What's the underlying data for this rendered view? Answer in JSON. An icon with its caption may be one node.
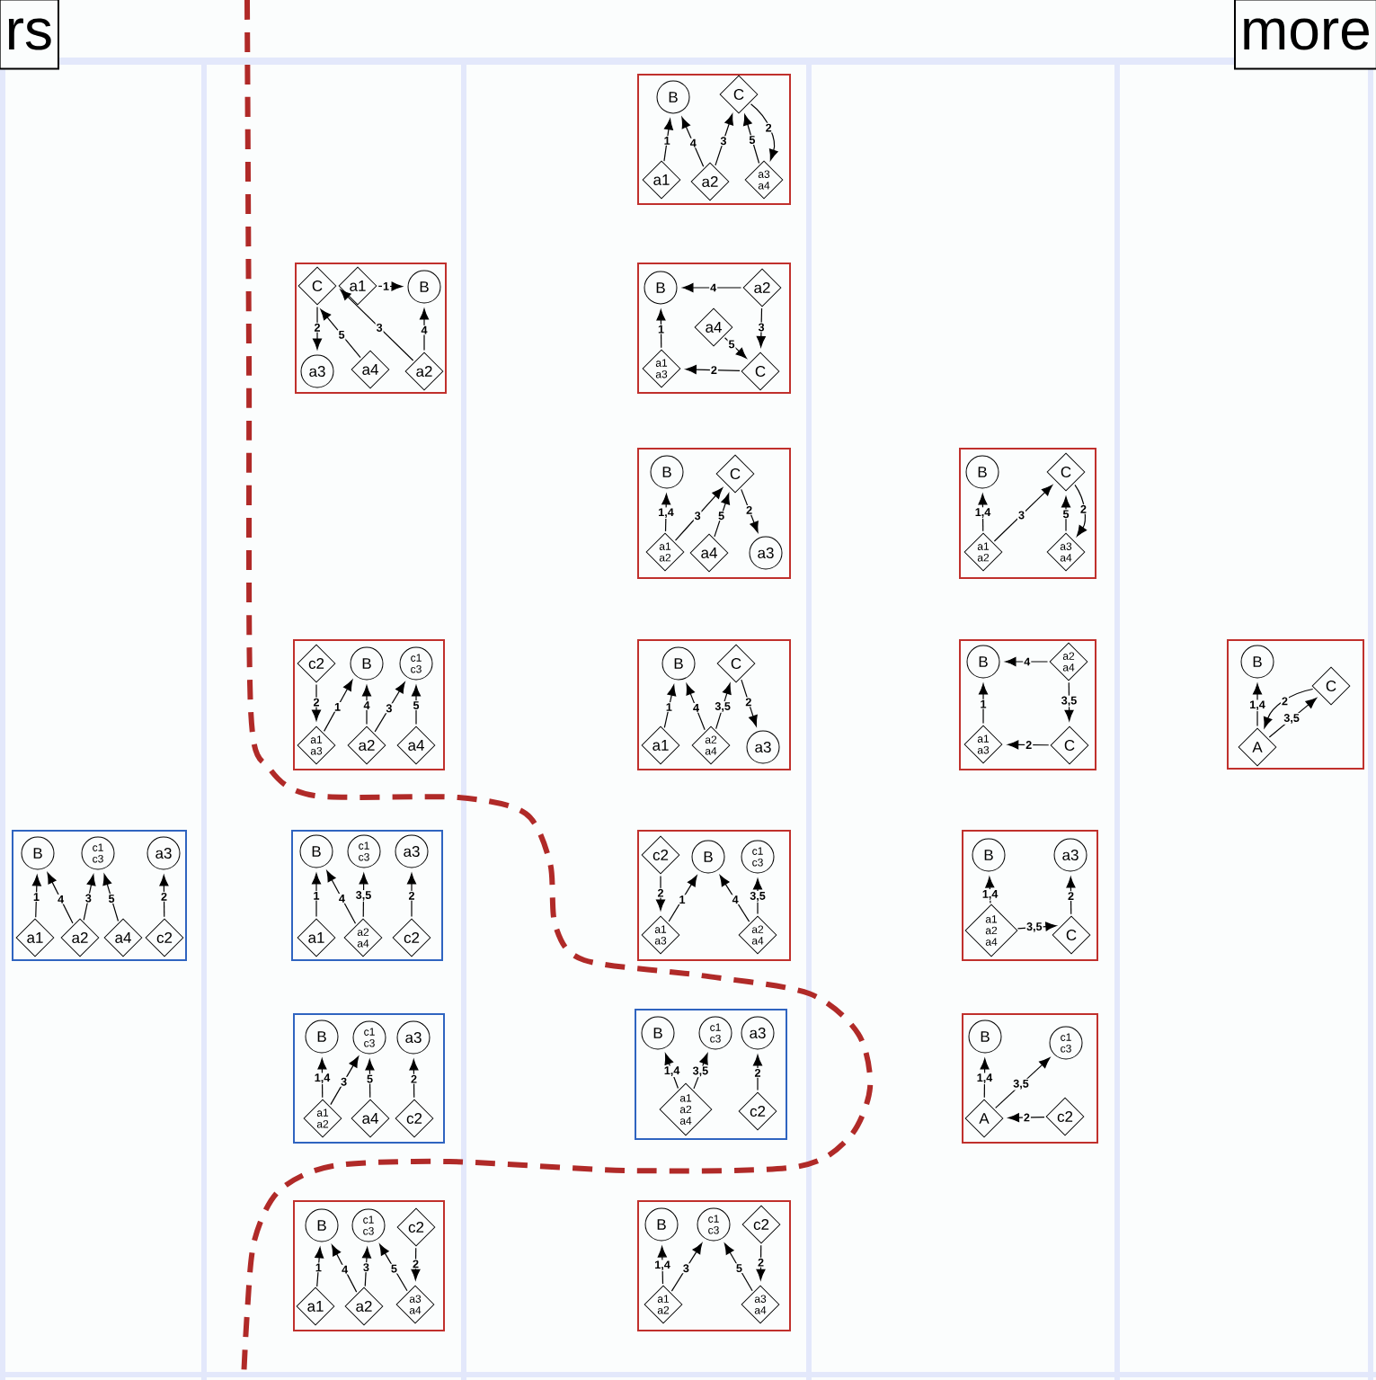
{
  "diagram": {
    "nodes": [
      {
        "text": [
          "rs"
        ]
      },
      {
        "text": [
          "more"
        ]
      },
      {
        "text": [],
        "shape": "box"
      },
      {
        "text": [
          "B"
        ],
        "in": 2
      },
      {
        "text": [
          "C"
        ],
        "in": 2
      },
      {
        "text": [
          "a1"
        ],
        "in": 2
      },
      {
        "text": [
          "a2"
        ],
        "in": 2
      },
      {
        "text": [
          "a3 a4"
        ],
        "in": 2
      },
      {
        "text": [],
        "shape": "box"
      },
      {
        "text": [
          "C"
        ],
        "in": 8
      },
      {
        "text": [
          "a1"
        ],
        "in": 8
      },
      {
        "text": [
          "B"
        ],
        "in": 8
      },
      {
        "text": [
          "a3"
        ],
        "in": 8
      },
      {
        "text": [
          "a4"
        ],
        "in": 8
      },
      {
        "text": [
          "a2"
        ],
        "in": 8
      },
      {
        "text": [],
        "shape": "box"
      },
      {
        "text": [
          "B"
        ],
        "in": 15
      },
      {
        "text": [
          "a2"
        ],
        "in": 15
      },
      {
        "text": [
          "a4"
        ],
        "in": 15
      },
      {
        "text": [
          "a1 a3"
        ],
        "in": 15
      },
      {
        "text": [
          "C"
        ],
        "in": 15
      },
      {
        "text": [],
        "shape": "box"
      },
      {
        "text": [
          "B"
        ],
        "in": 21
      },
      {
        "text": [
          "C"
        ],
        "in": 21
      },
      {
        "text": [
          "a1 a2"
        ],
        "in": 21
      },
      {
        "text": [
          "a4"
        ],
        "in": 21
      },
      {
        "text": [
          "a3"
        ],
        "in": 21
      },
      {
        "text": [],
        "shape": "box"
      },
      {
        "text": [
          "B"
        ],
        "in": 27
      },
      {
        "text": [
          "C"
        ],
        "in": 27
      },
      {
        "text": [
          "a1 a2"
        ],
        "in": 27
      },
      {
        "text": [
          "a3 a4"
        ],
        "in": 27
      },
      {
        "text": [],
        "shape": "box"
      },
      {
        "text": [
          "c2"
        ],
        "in": 32
      },
      {
        "text": [
          "B"
        ],
        "in": 32
      },
      {
        "text": [
          "c1 c3"
        ],
        "in": 32
      },
      {
        "text": [
          "a1 a3"
        ],
        "in": 32
      },
      {
        "text": [
          "a2"
        ],
        "in": 32
      },
      {
        "text": [
          "a4"
        ],
        "in": 32
      },
      {
        "text": [],
        "shape": "box"
      },
      {
        "text": [
          "B"
        ],
        "in": 39
      },
      {
        "text": [
          "C"
        ],
        "in": 39
      },
      {
        "text": [
          "a1"
        ],
        "in": 39
      },
      {
        "text": [
          "a2 a4"
        ],
        "in": 39
      },
      {
        "text": [
          "a3"
        ],
        "in": 39
      },
      {
        "text": [],
        "shape": "box"
      },
      {
        "text": [
          "B"
        ],
        "in": 45
      },
      {
        "text": [
          "a2 a4"
        ],
        "in": 45
      },
      {
        "text": [
          "a1 a3"
        ],
        "in": 45
      },
      {
        "text": [
          "C"
        ],
        "in": 45
      },
      {
        "text": [],
        "shape": "box"
      },
      {
        "text": [
          "B"
        ],
        "in": 50
      },
      {
        "text": [
          "C"
        ],
        "in": 50
      },
      {
        "text": [
          "A"
        ],
        "in": 50
      },
      {
        "text": [],
        "shape": "box"
      },
      {
        "text": [
          "B"
        ],
        "in": 54
      },
      {
        "text": [
          "c1 c3"
        ],
        "in": 54
      },
      {
        "text": [
          "a3"
        ],
        "in": 54
      },
      {
        "text": [
          "a1"
        ],
        "in": 54
      },
      {
        "text": [
          "a2"
        ],
        "in": 54
      },
      {
        "text": [
          "a4"
        ],
        "in": 54
      },
      {
        "text": [
          "c2"
        ],
        "in": 54
      },
      {
        "text": [],
        "shape": "box"
      },
      {
        "text": [
          "B"
        ],
        "in": 62
      },
      {
        "text": [
          "c1 c3"
        ],
        "in": 62
      },
      {
        "text": [
          "a3"
        ],
        "in": 62
      },
      {
        "text": [
          "a1"
        ],
        "in": 62
      },
      {
        "text": [
          "a2 a4"
        ],
        "in": 62
      },
      {
        "text": [
          "c2"
        ],
        "in": 62
      },
      {
        "text": [],
        "shape": "box"
      },
      {
        "text": [
          "c2"
        ],
        "in": 69
      },
      {
        "text": [
          "B"
        ],
        "in": 69
      },
      {
        "text": [
          "c1 c3"
        ],
        "in": 69
      },
      {
        "text": [
          "a1 a3"
        ],
        "in": 69
      },
      {
        "text": [
          "a2 a4"
        ],
        "in": 69
      },
      {
        "text": [],
        "shape": "box"
      },
      {
        "text": [
          "B"
        ],
        "in": 75
      },
      {
        "text": [
          "a3"
        ],
        "in": 75
      },
      {
        "text": [
          "a1 a2 a4"
        ],
        "in": 75
      },
      {
        "text": [
          "C"
        ],
        "in": 75
      },
      {
        "text": [],
        "shape": "box"
      },
      {
        "text": [
          "B"
        ],
        "in": 80
      },
      {
        "text": [
          "c1 c3"
        ],
        "in": 80
      },
      {
        "text": [
          "a3"
        ],
        "in": 80
      },
      {
        "text": [
          "a1 a2"
        ],
        "in": 80
      },
      {
        "text": [
          "a4"
        ],
        "in": 80
      },
      {
        "text": [
          "c2"
        ],
        "in": 80
      },
      {
        "text": [],
        "shape": "box"
      },
      {
        "text": [
          "B"
        ],
        "in": 87
      },
      {
        "text": [
          "c1 c3"
        ],
        "in": 87
      },
      {
        "text": [
          "a3"
        ],
        "in": 87
      },
      {
        "text": [
          "a1 a2 a4"
        ],
        "in": 87
      },
      {
        "text": [
          "c2"
        ],
        "in": 87
      },
      {
        "text": [],
        "shape": "box"
      },
      {
        "text": [
          "B"
        ],
        "in": 93
      },
      {
        "text": [
          "c1 c3"
        ],
        "in": 93
      },
      {
        "text": [
          "A"
        ],
        "in": 93
      },
      {
        "text": [
          "c2"
        ],
        "in": 93
      },
      {
        "text": [],
        "shape": "box"
      },
      {
        "text": [
          "B"
        ],
        "in": 98
      },
      {
        "text": [
          "c1 c3"
        ],
        "in": 98
      },
      {
        "text": [
          "c2"
        ],
        "in": 98
      },
      {
        "text": [
          "a1"
        ],
        "in": 98
      },
      {
        "text": [
          "a2"
        ],
        "in": 98
      },
      {
        "text": [
          "a3 a4"
        ],
        "in": 98
      },
      {
        "text": [],
        "shape": "box"
      },
      {
        "text": [
          "B"
        ],
        "in": 105
      },
      {
        "text": [
          "c1 c3"
        ],
        "in": 105
      },
      {
        "text": [
          "c2"
        ],
        "in": 105
      },
      {
        "text": [
          "a1 a2"
        ],
        "in": 105
      },
      {
        "text": [
          "a3 a4"
        ],
        "in": 105
      }
    ],
    "edges": [
      {
        "from": 5,
        "to": 3,
        "arrow": "to",
        "label": "1"
      },
      {
        "from": 6,
        "to": 3,
        "arrow": "to",
        "label": "4"
      },
      {
        "from": 6,
        "to": 4,
        "arrow": "to",
        "label": "3"
      },
      {
        "from": 7,
        "to": 4,
        "arrow": "to",
        "label": "5"
      },
      {
        "from": 4,
        "to": 7,
        "arrow": "to",
        "label": "2"
      },
      {
        "from": 10,
        "to": 11,
        "arrow": "to",
        "label": "1"
      },
      {
        "from": 9,
        "to": 12,
        "arrow": "to",
        "label": "2"
      },
      {
        "from": 13,
        "to": 9,
        "arrow": "to",
        "label": "5"
      },
      {
        "from": 14,
        "to": 9,
        "arrow": "to",
        "label": "3"
      },
      {
        "from": 14,
        "to": 11,
        "arrow": "to",
        "label": "4"
      },
      {
        "from": 17,
        "to": 16,
        "arrow": "to",
        "label": "4"
      },
      {
        "from": 19,
        "to": 16,
        "arrow": "to",
        "label": "1"
      },
      {
        "from": 17,
        "to": 20,
        "arrow": "to",
        "label": "3"
      },
      {
        "from": 18,
        "to": 20,
        "arrow": "to",
        "label": "5"
      },
      {
        "from": 20,
        "to": 19,
        "arrow": "to",
        "label": "2"
      },
      {
        "from": 24,
        "to": 22,
        "arrow": "to",
        "label": "1,4"
      },
      {
        "from": 24,
        "to": 23,
        "arrow": "to",
        "label": "3"
      },
      {
        "from": 25,
        "to": 23,
        "arrow": "to",
        "label": "5"
      },
      {
        "from": 23,
        "to": 26,
        "arrow": "to",
        "label": "2"
      },
      {
        "from": 30,
        "to": 28,
        "arrow": "to",
        "label": "1,4"
      },
      {
        "from": 30,
        "to": 29,
        "arrow": "to",
        "label": "3"
      },
      {
        "from": 31,
        "to": 29,
        "arrow": "to",
        "label": "5"
      },
      {
        "from": 29,
        "to": 31,
        "arrow": "to",
        "label": "2"
      },
      {
        "from": 33,
        "to": 36,
        "arrow": "to",
        "label": "2"
      },
      {
        "from": 36,
        "to": 34,
        "arrow": "to",
        "label": "1"
      },
      {
        "from": 37,
        "to": 34,
        "arrow": "to",
        "label": "4"
      },
      {
        "from": 37,
        "to": 35,
        "arrow": "to",
        "label": "3"
      },
      {
        "from": 38,
        "to": 35,
        "arrow": "to",
        "label": "5"
      },
      {
        "from": 42,
        "to": 40,
        "arrow": "to",
        "label": "1"
      },
      {
        "from": 43,
        "to": 40,
        "arrow": "to",
        "label": "4"
      },
      {
        "from": 43,
        "to": 41,
        "arrow": "to",
        "label": "3,5"
      },
      {
        "from": 41,
        "to": 44,
        "arrow": "to",
        "label": "2"
      },
      {
        "from": 47,
        "to": 46,
        "arrow": "to",
        "label": "4"
      },
      {
        "from": 48,
        "to": 46,
        "arrow": "to",
        "label": "1"
      },
      {
        "from": 47,
        "to": 49,
        "arrow": "to",
        "label": "3,5"
      },
      {
        "from": 49,
        "to": 48,
        "arrow": "to",
        "label": "2"
      },
      {
        "from": 53,
        "to": 51,
        "arrow": "to",
        "label": "1,4"
      },
      {
        "from": 52,
        "to": 53,
        "arrow": "to",
        "label": "2"
      },
      {
        "from": 53,
        "to": 52,
        "arrow": "to",
        "label": "3,5"
      },
      {
        "from": 58,
        "to": 55,
        "arrow": "to",
        "label": "1"
      },
      {
        "from": 59,
        "to": 55,
        "arrow": "to",
        "label": "4"
      },
      {
        "from": 59,
        "to": 56,
        "arrow": "to",
        "label": "3"
      },
      {
        "from": 60,
        "to": 56,
        "arrow": "to",
        "label": "5"
      },
      {
        "from": 61,
        "to": 57,
        "arrow": "to",
        "label": "2"
      },
      {
        "from": 66,
        "to": 63,
        "arrow": "to",
        "label": "1"
      },
      {
        "from": 67,
        "to": 63,
        "arrow": "to",
        "label": "4"
      },
      {
        "from": 67,
        "to": 64,
        "arrow": "to",
        "label": "3,5"
      },
      {
        "from": 68,
        "to": 65,
        "arrow": "to",
        "label": "2"
      },
      {
        "from": 70,
        "to": 73,
        "arrow": "to",
        "label": "2"
      },
      {
        "from": 73,
        "to": 71,
        "arrow": "to",
        "label": "1"
      },
      {
        "from": 74,
        "to": 71,
        "arrow": "to",
        "label": "4"
      },
      {
        "from": 74,
        "to": 72,
        "arrow": "to",
        "label": "3,5"
      },
      {
        "from": 78,
        "to": 76,
        "arrow": "to",
        "label": "1,4"
      },
      {
        "from": 78,
        "to": 79,
        "arrow": "to",
        "label": "3,5"
      },
      {
        "from": 79,
        "to": 77,
        "arrow": "to",
        "label": "2"
      },
      {
        "from": 84,
        "to": 81,
        "arrow": "to",
        "label": "1,4"
      },
      {
        "from": 84,
        "to": 82,
        "arrow": "to",
        "label": "3"
      },
      {
        "from": 85,
        "to": 82,
        "arrow": "to",
        "label": "5"
      },
      {
        "from": 86,
        "to": 83,
        "arrow": "to",
        "label": "2"
      },
      {
        "from": 91,
        "to": 88,
        "arrow": "to",
        "label": "1,4"
      },
      {
        "from": 91,
        "to": 89,
        "arrow": "to",
        "label": "3,5"
      },
      {
        "from": 92,
        "to": 90,
        "arrow": "to",
        "label": "2"
      },
      {
        "from": 96,
        "to": 94,
        "arrow": "to",
        "label": "1,4"
      },
      {
        "from": 96,
        "to": 95,
        "arrow": "to",
        "label": "3,5"
      },
      {
        "from": 97,
        "to": 96,
        "arrow": "to",
        "label": "2"
      },
      {
        "from": 102,
        "to": 99,
        "arrow": "to",
        "label": "1"
      },
      {
        "from": 103,
        "to": 99,
        "arrow": "to",
        "label": "4"
      },
      {
        "from": 103,
        "to": 100,
        "arrow": "to",
        "label": "3"
      },
      {
        "from": 104,
        "to": 100,
        "arrow": "to",
        "label": "5"
      },
      {
        "from": 101,
        "to": 104,
        "arrow": "to",
        "label": "2"
      },
      {
        "from": 109,
        "to": 106,
        "arrow": "to",
        "label": "1,4"
      },
      {
        "from": 109,
        "to": 107,
        "arrow": "to",
        "label": "3"
      },
      {
        "from": 110,
        "to": 107,
        "arrow": "to",
        "label": "5"
      },
      {
        "from": 108,
        "to": 110,
        "arrow": "to",
        "label": "2"
      }
    ]
  }
}
